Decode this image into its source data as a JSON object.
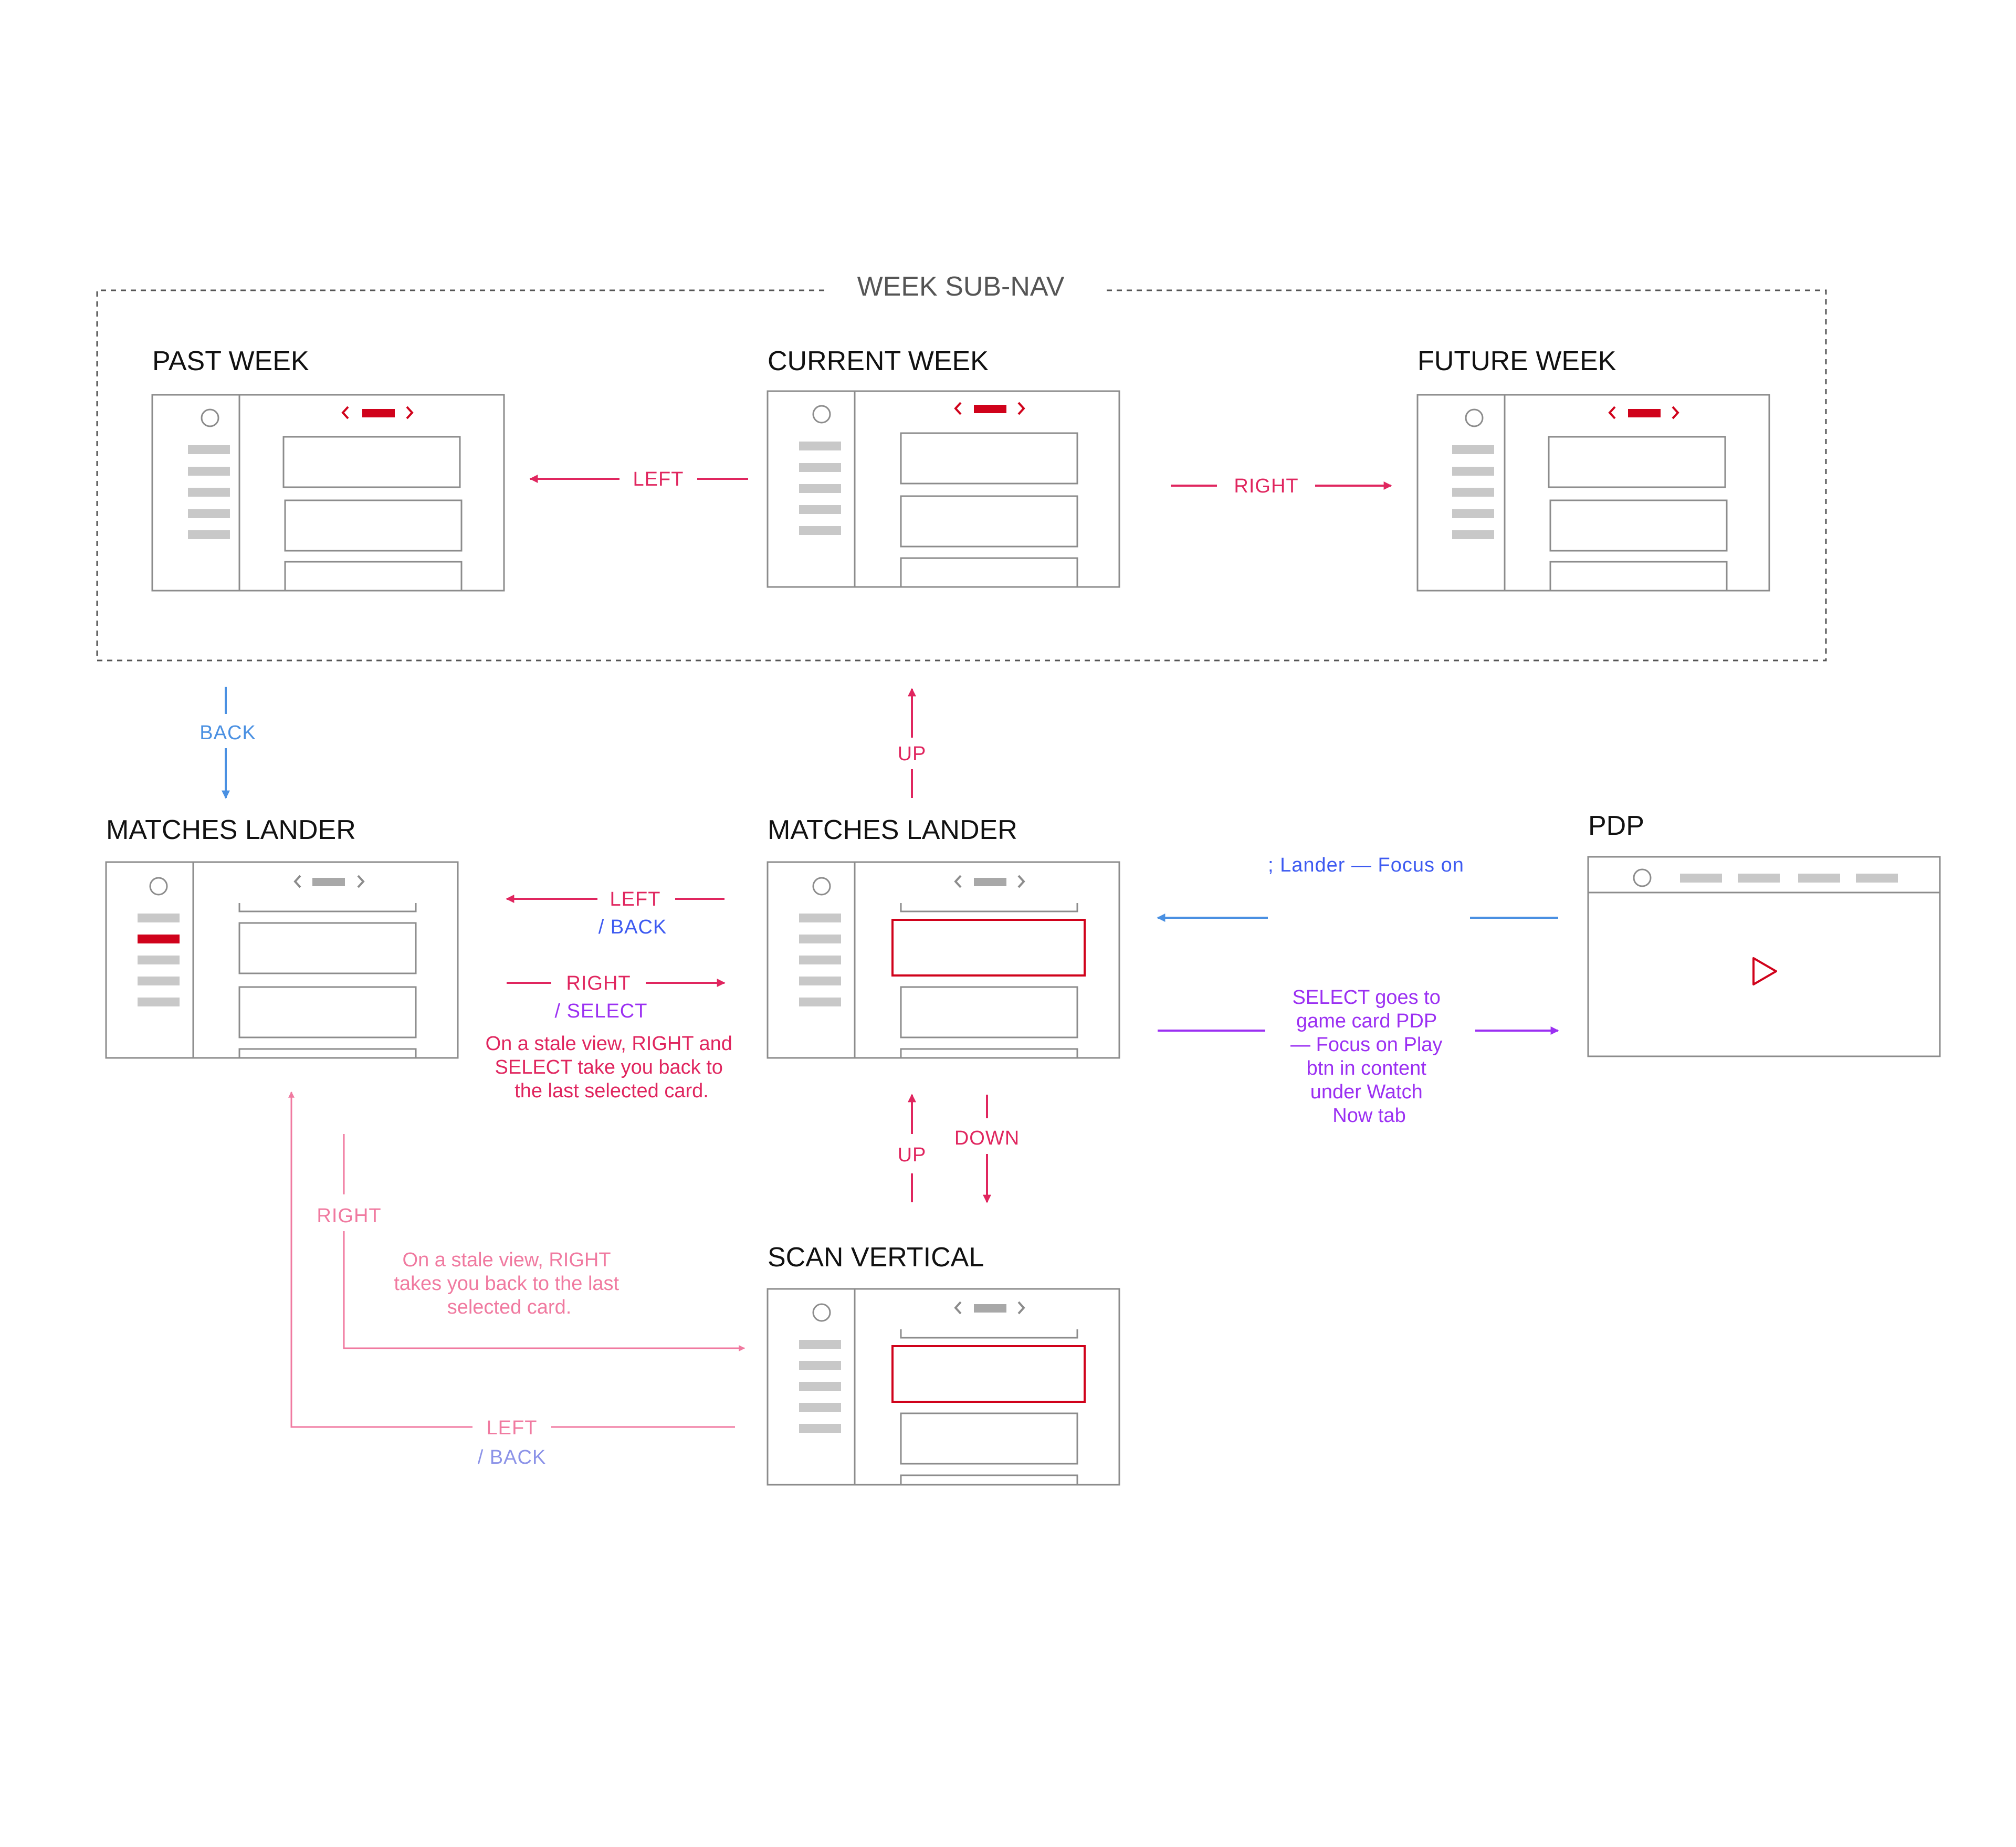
{
  "subnav": {
    "title": "WEEK SUB-NAV"
  },
  "screens": {
    "past_week": "PAST WEEK",
    "current_week": "CURRENT WEEK",
    "future_week": "FUTURE WEEK",
    "matches_lander_left": "MATCHES LANDER",
    "matches_lander_center": "MATCHES LANDER",
    "pdp": "PDP",
    "scan_vertical": "SCAN VERTICAL"
  },
  "arrows": {
    "left_top": "LEFT",
    "right_top": "RIGHT",
    "back_left": "BACK",
    "up_subnav": "UP",
    "left_back_left": "LEFT",
    "left_back_back": "/ BACK",
    "right_select_right": "RIGHT",
    "right_select_select": "/ SELECT",
    "up_scan": "UP",
    "down_scan": "DOWN",
    "right_bottom": "RIGHT",
    "left_bottom_left": "LEFT",
    "left_bottom_back": "/ BACK",
    "pdp_back": "; Lander — Focus on"
  },
  "notes": {
    "stale_right_select": [
      "On a stale view, RIGHT and",
      "SELECT take you back to",
      "the last selected card."
    ],
    "stale_right": [
      "On a stale view, RIGHT",
      "takes you back to the last",
      "selected card."
    ],
    "select_pdp": [
      "SELECT goes to",
      "game card PDP",
      "— Focus on Play",
      "btn in content",
      "under Watch",
      "Now tab"
    ]
  },
  "colors": {
    "pink": "#e0265f",
    "light_pink": "#f07aa0",
    "blue": "#4a90e2",
    "dark_blue": "#3d5af1",
    "purple": "#9b30f2",
    "accent_red": "#d0021b",
    "gray": "#8c8c8c"
  }
}
